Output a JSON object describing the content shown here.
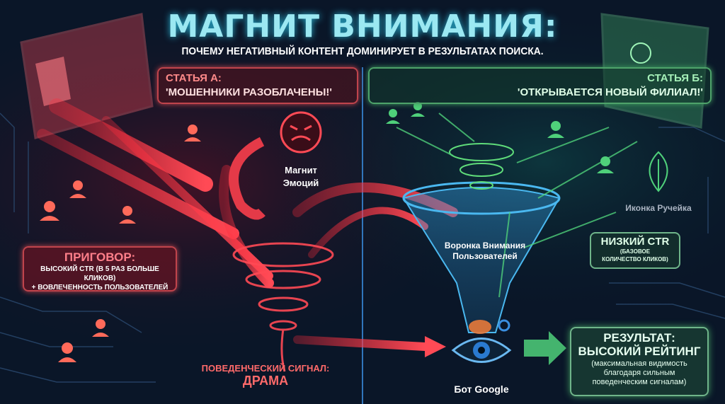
{
  "header": {
    "title": "МАГНИТ ВНИМАНИЯ:",
    "subtitle": "ПОЧЕМУ НЕГАТИВНЫЙ КОНТЕНТ ДОМИНИРУЕТ В РЕЗУЛЬТАТАХ ПОИСКА."
  },
  "article_a": {
    "label": "СТАТЬЯ А:",
    "headline": "'МОШЕННИКИ РАЗОБЛАЧЕНЫ!'"
  },
  "article_b": {
    "label": "СТАТЬЯ Б:",
    "headline": "'ОТКРЫВАЕТСЯ НОВЫЙ ФИЛИАЛ!'"
  },
  "magnet": {
    "line1": "Магнит",
    "line2": "Эмоций"
  },
  "verdict": {
    "title": "ПРИГОВОР:",
    "line1": "ВЫСОКИЙ CTR (В 5 РАЗ БОЛЬШЕ КЛИКОВ)",
    "line2": "+ ВОВЛЕЧЕННОСТЬ ПОЛЬЗОВАТЕЛЕЙ"
  },
  "signal": {
    "line1": "ПОВЕДЕНЧЕСКИЙ СИГНАЛ:",
    "line2": "ДРАМА"
  },
  "funnel": {
    "line1": "Воронка Внимания",
    "line2": "Пользователей"
  },
  "stream_icon": "Иконка Ручейка",
  "low_ctr": {
    "title": "НИЗКИЙ CTR",
    "line1": "(БАЗОВОЕ",
    "line2": "КОЛИЧЕСТВО КЛИКОВ)"
  },
  "bot": "Бот Google",
  "result": {
    "line1": "РЕЗУЛЬТАТ:",
    "line2": "ВЫСОКИЙ РЕЙТИНГ",
    "line3": "(максимальная видимость",
    "line4": "благодаря сильным",
    "line5": "поведенческим сигналам)"
  },
  "colors": {
    "negative": "#ff3b4a",
    "positive": "#4fd07a",
    "title": "#9be8f2",
    "funnel": "#3aa0e0"
  }
}
